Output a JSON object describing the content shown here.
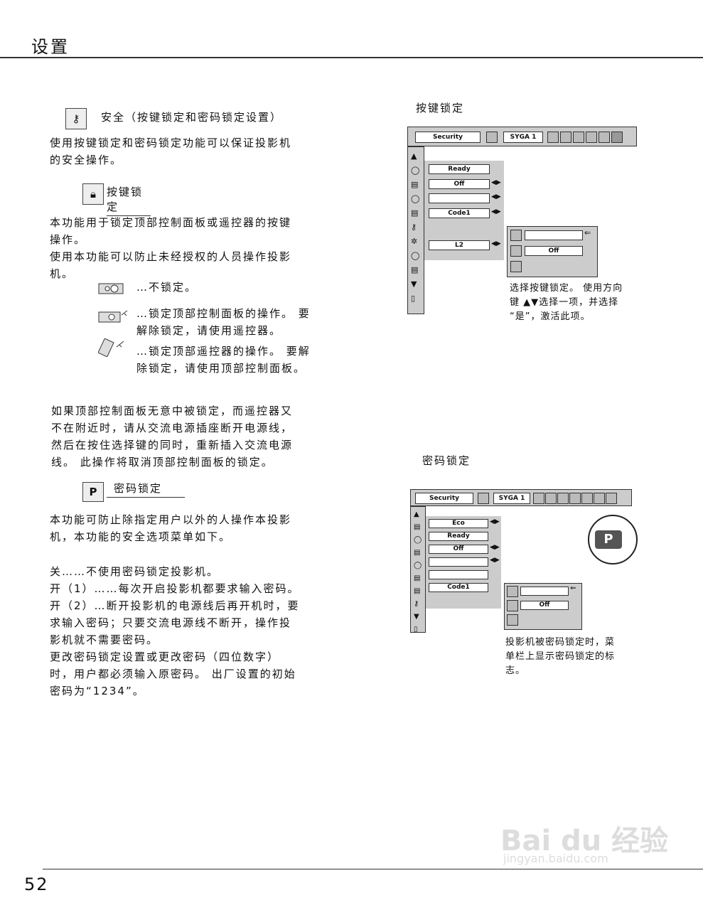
{
  "header": {
    "title": "设置",
    "page_number": "52"
  },
  "security_section": {
    "title": "安全（按键锁定和密码锁定设置）",
    "intro": [
      "使用按键锁定和密码锁定功能可以保证投影机",
      "的安全操作。"
    ]
  },
  "key_lock": {
    "title": "按键锁定",
    "desc": [
      "本功能用于锁定顶部控制面板或遥控器的按键",
      "操作。",
      "使用本功能可以防止未经授权的人员操作投影",
      "机。"
    ],
    "opt1": "…不锁定。",
    "opt2": [
      "…锁定顶部控制面板的操作。 要",
      "解除锁定，请使用遥控器。"
    ],
    "opt3": [
      "…锁定顶部遥控器的操作。 要解",
      "除锁定，请使用顶部控制面板。"
    ],
    "warning": [
      "如果顶部控制面板无意中被锁定，而遥控器又",
      "不在附近时，请从交流电源插座断开电源线，",
      "然后在按住选择键的同时，重新插入交流电源",
      "线。 此操作将取消顶部控制面板的锁定。"
    ]
  },
  "pin_lock": {
    "title": "密码锁定",
    "desc": [
      "本功能可防止除指定用户以外的人操作本投影",
      "机，本功能的安全选项菜单如下。"
    ],
    "options": [
      "关……不使用密码锁定投影机。",
      "开（1）……每次开启投影机都要求输入密码。",
      "开（2）…断开投影机的电源线后再开机时，要",
      "求输入密码；只要交流电源线不断开，操作投",
      "影机就不需要密码。",
      "更改密码锁定设置或更改密码（四位数字）",
      "时，用户都必须输入原密码。 出厂设置的初始",
      "密码为“1234”。"
    ]
  },
  "screen1": {
    "caption": "按键锁定",
    "menu_title": "Security",
    "mode": "SYGA 1",
    "fields": [
      "Ready",
      "Off",
      "",
      "Code1",
      "L2"
    ],
    "sub_fields": [
      "",
      "Off"
    ],
    "note": [
      "选择按键锁定。 使用方向",
      "键 ▲▼选择一项，并选择",
      "“是”，激活此项。"
    ]
  },
  "screen2": {
    "caption": "密码锁定",
    "menu_title": "Security",
    "mode": "SYGA 1",
    "fields": [
      "Eco",
      "Ready",
      "Off",
      "",
      "",
      "Code1"
    ],
    "sub_fields": [
      "",
      "Off"
    ],
    "note": [
      "投影机被密码锁定时，菜",
      "单栏上显示密码锁定的标",
      "志。"
    ]
  },
  "watermark": {
    "line1": "Bai du 经验",
    "line2": "jingyan.baidu.com"
  }
}
